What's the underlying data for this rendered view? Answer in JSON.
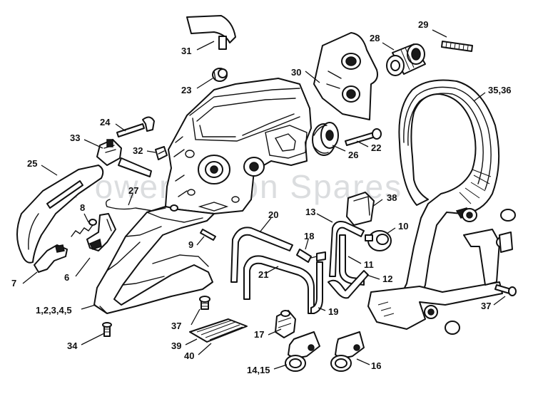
{
  "watermark": "Power Vision Spares",
  "callouts": [
    {
      "id": "c29",
      "label": "29"
    },
    {
      "id": "c28",
      "label": "28"
    },
    {
      "id": "c31",
      "label": "31"
    },
    {
      "id": "c23",
      "label": "23"
    },
    {
      "id": "c30",
      "label": "30"
    },
    {
      "id": "c3536",
      "label": "35,36"
    },
    {
      "id": "c24",
      "label": "24"
    },
    {
      "id": "c33",
      "label": "33"
    },
    {
      "id": "c32",
      "label": "32"
    },
    {
      "id": "c26",
      "label": "26"
    },
    {
      "id": "c22",
      "label": "22"
    },
    {
      "id": "c25",
      "label": "25"
    },
    {
      "id": "c27",
      "label": "27"
    },
    {
      "id": "c38",
      "label": "38"
    },
    {
      "id": "c8",
      "label": "8"
    },
    {
      "id": "c20",
      "label": "20"
    },
    {
      "id": "c13",
      "label": "13"
    },
    {
      "id": "c10",
      "label": "10"
    },
    {
      "id": "c9",
      "label": "9"
    },
    {
      "id": "c18",
      "label": "18"
    },
    {
      "id": "c11",
      "label": "11"
    },
    {
      "id": "c7",
      "label": "7"
    },
    {
      "id": "c6",
      "label": "6"
    },
    {
      "id": "c21",
      "label": "21"
    },
    {
      "id": "c12",
      "label": "12"
    },
    {
      "id": "c37a",
      "label": "37"
    },
    {
      "id": "c12345",
      "label": "1,2,3,4,5"
    },
    {
      "id": "c19",
      "label": "19"
    },
    {
      "id": "c37b",
      "label": "37"
    },
    {
      "id": "c17",
      "label": "17"
    },
    {
      "id": "c34",
      "label": "34"
    },
    {
      "id": "c39",
      "label": "39"
    },
    {
      "id": "c40",
      "label": "40"
    },
    {
      "id": "c16",
      "label": "16"
    },
    {
      "id": "c1415",
      "label": "14,15"
    }
  ]
}
